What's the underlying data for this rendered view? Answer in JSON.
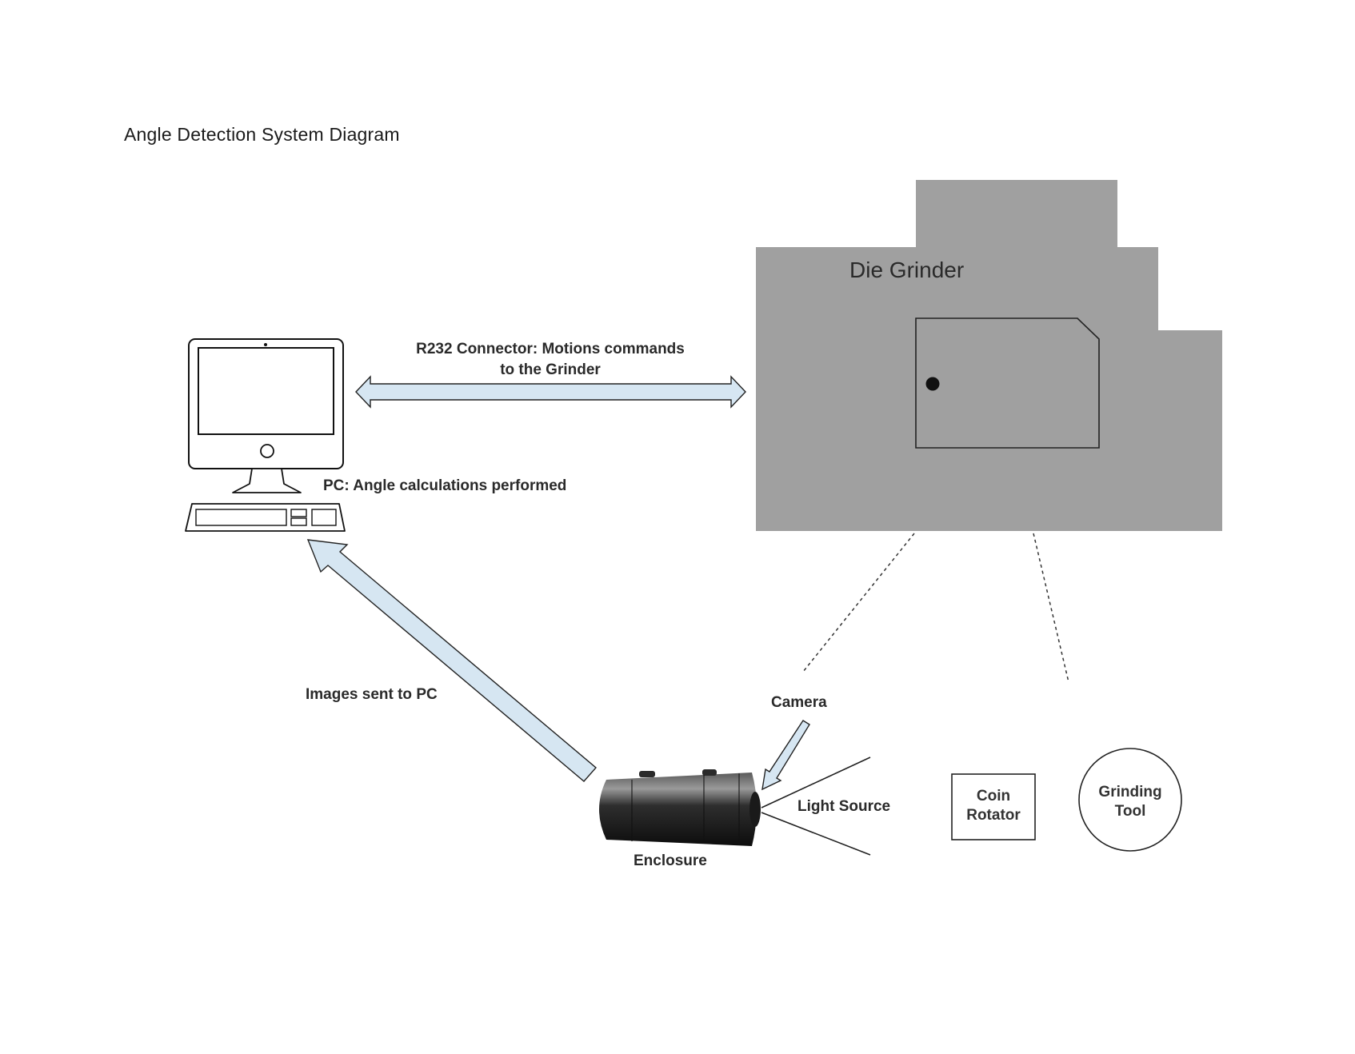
{
  "title": "Angle Detection System Diagram",
  "colors": {
    "grinder_fill": "#a0a0a0",
    "arrow_fill": "#d6e6f2",
    "stroke": "#222222"
  },
  "nodes": {
    "pc": {
      "icon": "desktop-computer-icon",
      "label": "PC: Angle calculations performed"
    },
    "grinder": {
      "label": "Die Grinder"
    },
    "enclosure": {
      "icon": "camera-enclosure-icon",
      "label": "Enclosure"
    },
    "camera": {
      "label": "Camera"
    },
    "light_source": {
      "label": "Light Source"
    },
    "coin_rotator": {
      "line1": "Coin",
      "line2": "Rotator"
    },
    "grinding_tool": {
      "line1": "Grinding",
      "line2": "Tool"
    }
  },
  "edges": {
    "r232": {
      "line1": "R232 Connector: Motions commands",
      "line2": "to the Grinder"
    },
    "images": {
      "label": "Images sent to PC"
    }
  }
}
